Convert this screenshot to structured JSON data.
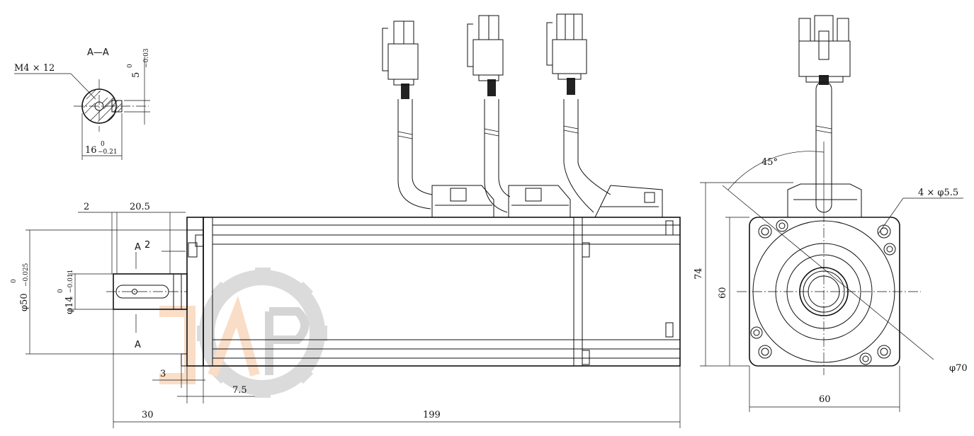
{
  "section": {
    "title": "A—A",
    "thread": "M4 × 12",
    "key_width": "5",
    "key_width_tol_upper": "0",
    "key_width_tol_lower": "−0.03",
    "key_depth": "16",
    "key_depth_tol_upper": "0",
    "key_depth_tol_lower": "−0.21"
  },
  "side": {
    "dim_shoulder": "2",
    "dim_key_len": "20.5",
    "dim_flange_dia": "φ50",
    "dim_flange_tol_upper": "0",
    "dim_flange_tol_lower": "−0.025",
    "dim_shaft_dia": "φ14",
    "dim_shaft_tol_upper": "0",
    "dim_shaft_tol_lower": "−0.011",
    "dim_step": "3",
    "dim_flange_thk": "7.5",
    "dim_shaft_len": "30",
    "dim_body_len": "199",
    "section_mark_top": "A",
    "section_mark_num": "2",
    "section_mark_bottom": "A"
  },
  "front": {
    "angle": "45°",
    "holes": "4 × φ5.5",
    "height_total": "74",
    "height_square": "60",
    "width_square": "60",
    "pcd": "φ70"
  }
}
